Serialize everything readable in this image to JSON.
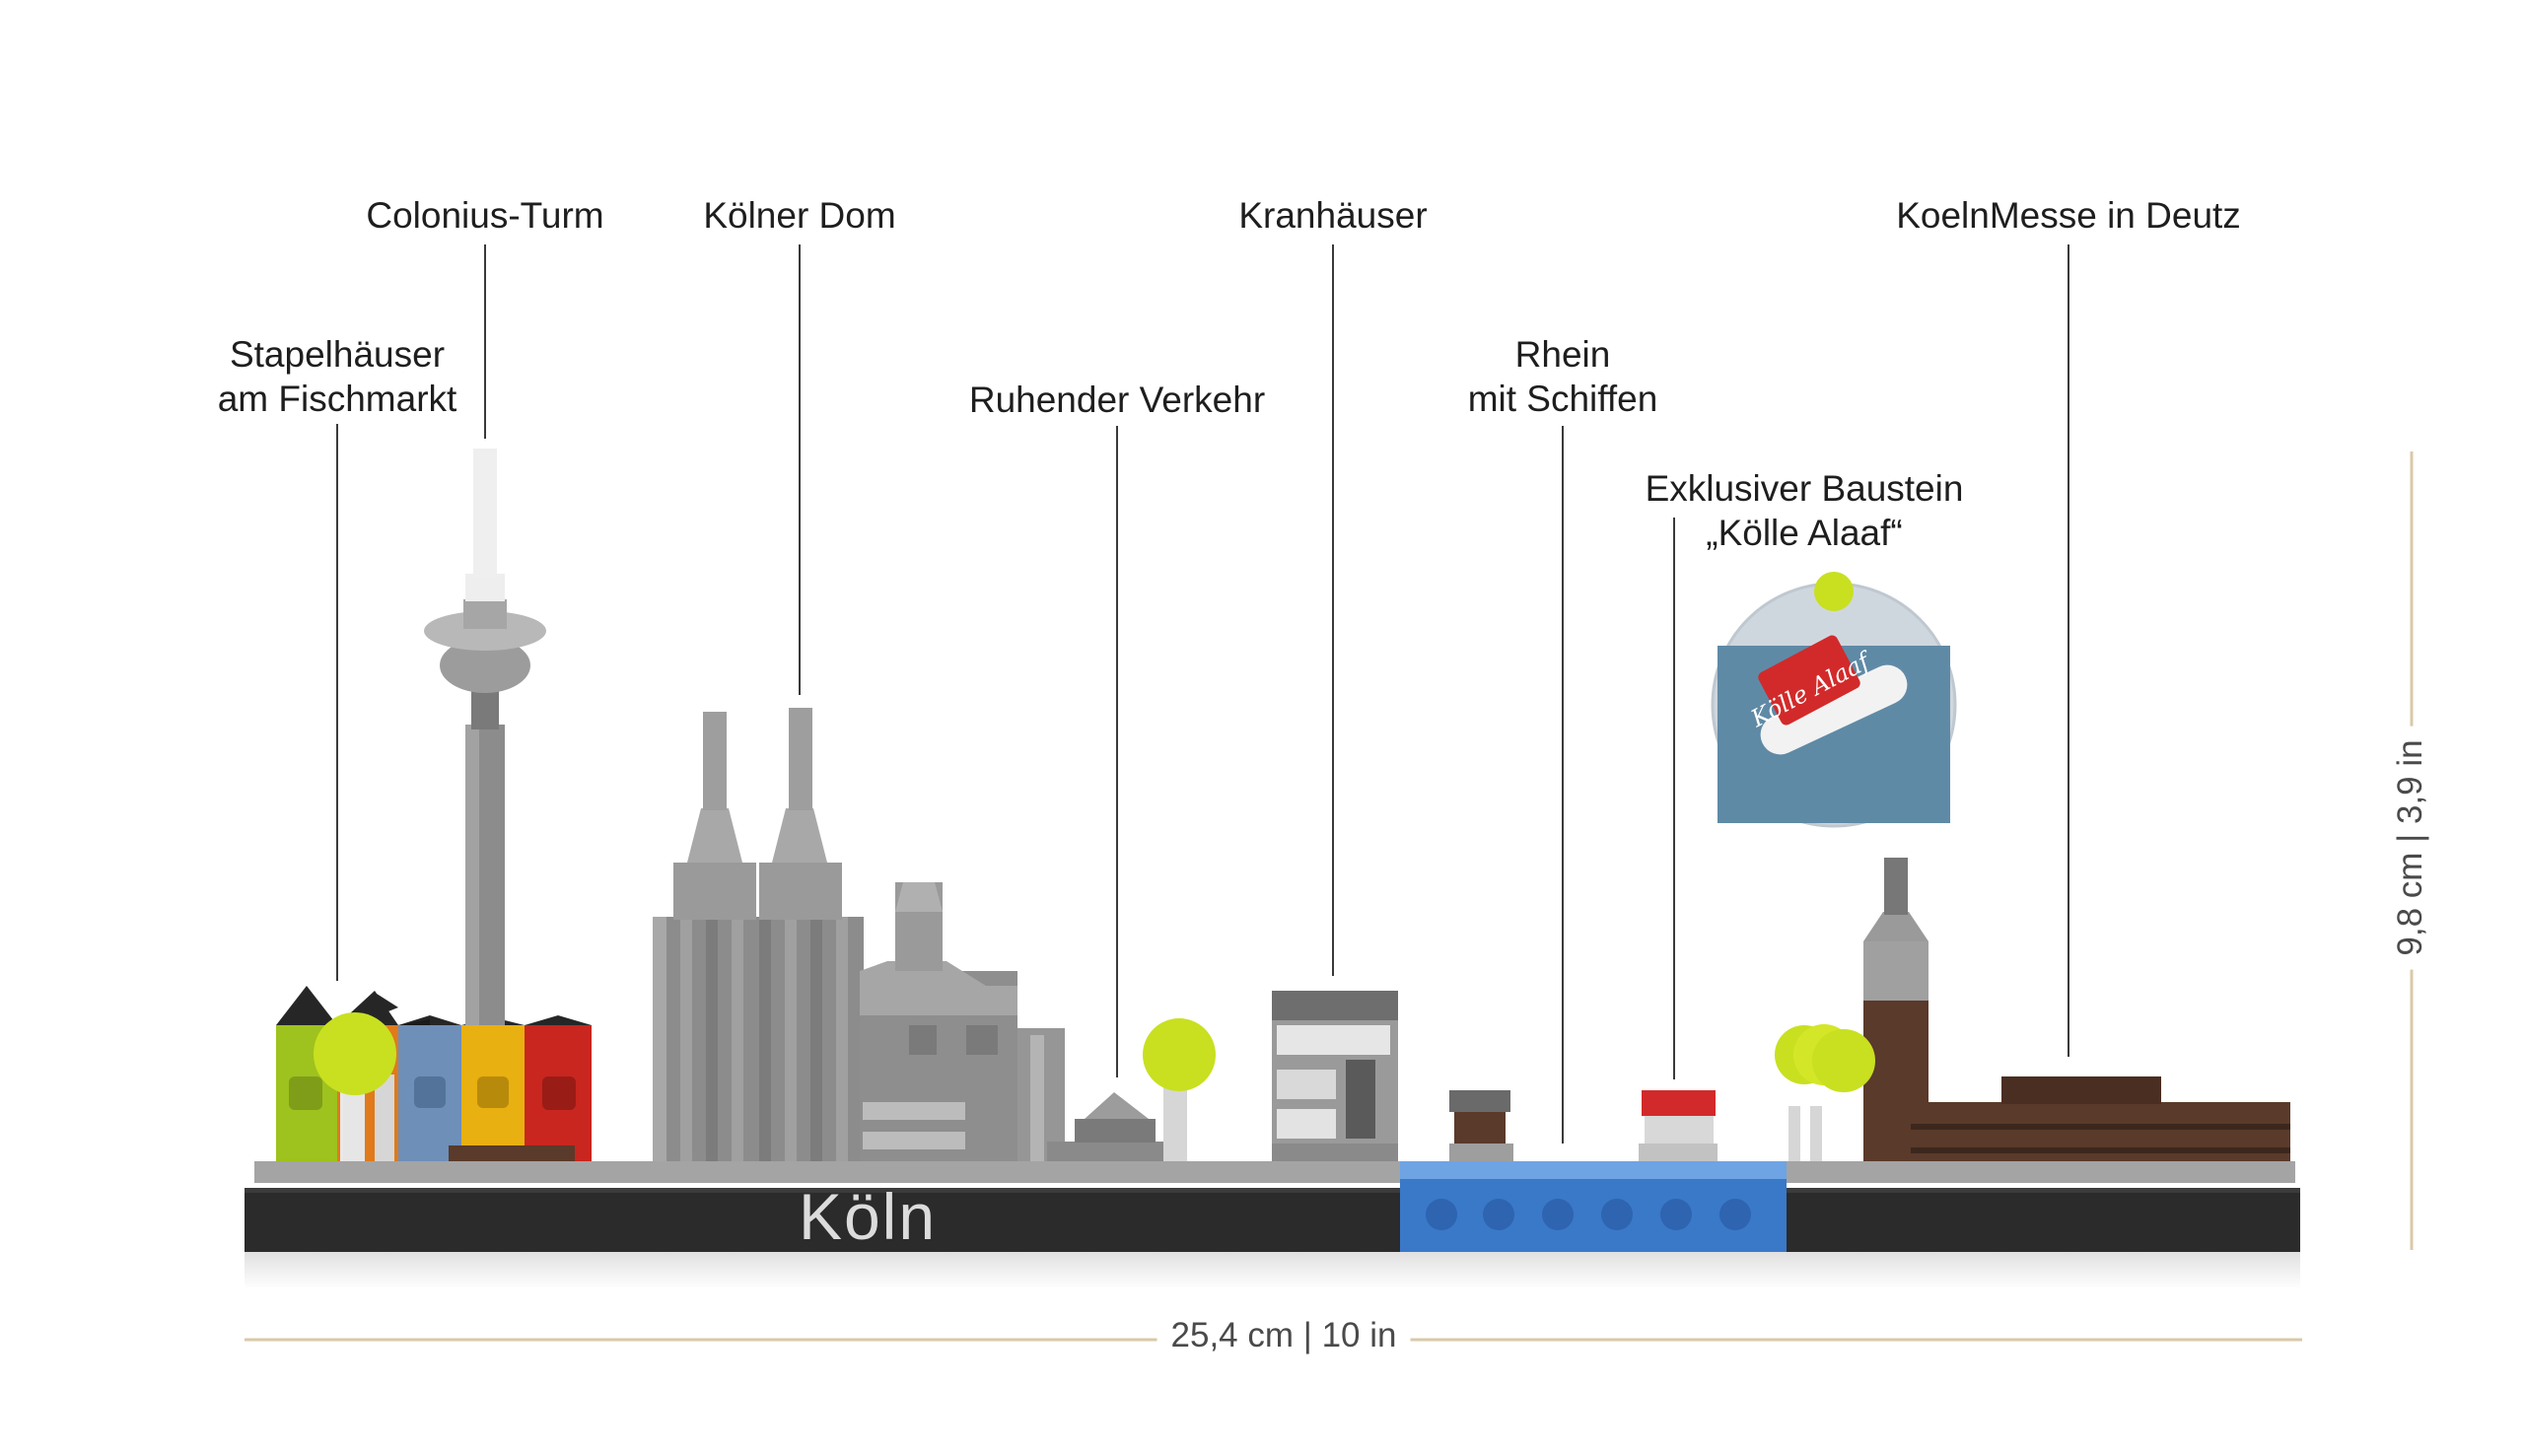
{
  "labels": {
    "stapelhaeuser": [
      "Stapelhäuser",
      "am Fischmarkt"
    ],
    "colonius": [
      "Colonius-Turm"
    ],
    "dom": [
      "Kölner Dom"
    ],
    "verkehr": [
      "Ruhender Verkehr"
    ],
    "kranhaeuser": [
      "Kranhäuser"
    ],
    "rhein": [
      "Rhein",
      "mit Schiffen"
    ],
    "baustein": [
      "Exklusiver Baustein",
      "„Kölle Alaaf“"
    ],
    "messe": [
      "KoelnMesse in Deutz"
    ]
  },
  "base_text": "Köln",
  "detail_text": "Kölle Alaaf",
  "dimensions": {
    "width": "25,4 cm | 10 in",
    "height": "9,8 cm | 3,9 in"
  },
  "colors": {
    "base": "#2b2b2b",
    "grey_light": "#b4b4b4",
    "grey_mid": "#8c8c8c",
    "grey_dark": "#6e6e6e",
    "river": "#3a78c8",
    "tree": "#c8e020",
    "brick_green": "#9ec21e",
    "brick_orange": "#e07a1a",
    "brick_blue": "#6e8fb8",
    "brick_yellow": "#e8b010",
    "brick_red": "#c8261e",
    "brown": "#5a3a2a",
    "roof": "#262626",
    "accent_red": "#d22a2a",
    "dim_line": "#d8c9a8"
  }
}
